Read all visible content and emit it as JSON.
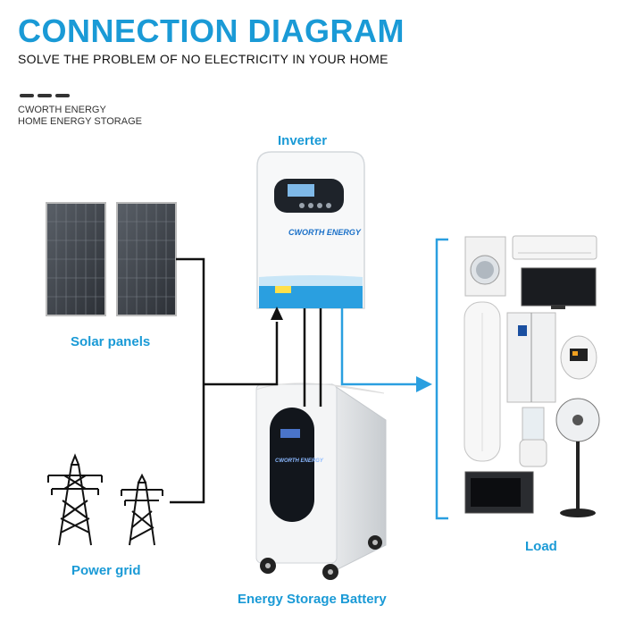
{
  "header": {
    "title": "CONNECTION DIAGRAM",
    "subtitle": "SOLVE THE PROBLEM OF NO ELECTRICITY IN YOUR HOME",
    "brand_line1": "CWORTH ENERGY",
    "brand_line2": "HOME ENERGY STORAGE"
  },
  "labels": {
    "inverter": "Inverter",
    "solar": "Solar panels",
    "grid": "Power grid",
    "battery": "Energy Storage Battery",
    "load": "Load"
  },
  "products": {
    "inverter_logo": "CWORTH ENERGY",
    "battery_logo": "CWORTH ENERGY"
  },
  "colors": {
    "accent": "#1a9ad6",
    "line": "#111111",
    "inverter_band": "#2a9fe0"
  }
}
